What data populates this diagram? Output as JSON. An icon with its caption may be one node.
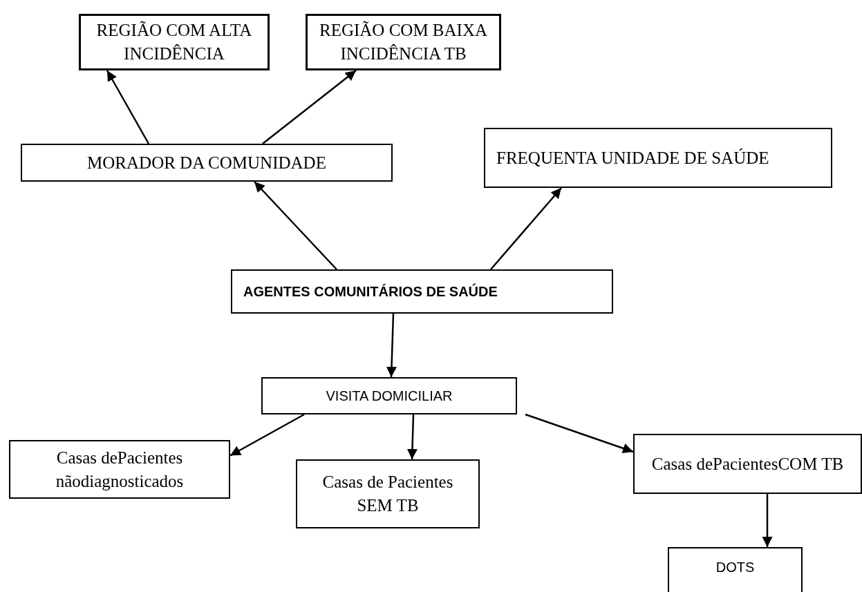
{
  "diagram": {
    "nodes": [
      {
        "text": [
          "REGIÃO COM ALTA INCIDÊNCIA"
        ]
      },
      {
        "text": [
          "REGIÃO COM BAIXA INCIDÊNCIA TB"
        ]
      },
      {
        "text": [
          "MORADOR DA COMUNIDADE"
        ]
      },
      {
        "text": [
          "FREQUENTA UNIDADE DE SAÚDE"
        ]
      },
      {
        "text": [
          "AGENTES COMUNITÁRIOS DE SAÚDE"
        ]
      },
      {
        "text": [
          "VISITA DOMICILIAR"
        ]
      },
      {
        "text": [
          "Casas dePacientes nãodiagnosticados"
        ]
      },
      {
        "text": [
          "Casas de Pacientes SEM TB"
        ]
      },
      {
        "text": [
          "Casas dePacientesCOM TB"
        ]
      },
      {
        "text": [
          "DOTS"
        ]
      }
    ],
    "edges": [
      {
        "from": 2,
        "to": 0,
        "arrow": "to"
      },
      {
        "from": 2,
        "to": 1,
        "arrow": "to"
      },
      {
        "from": 4,
        "to": 2,
        "arrow": "to"
      },
      {
        "from": 4,
        "to": 3,
        "arrow": "to"
      },
      {
        "from": 4,
        "to": 5,
        "arrow": "to"
      },
      {
        "from": 5,
        "to": 6,
        "arrow": "to"
      },
      {
        "from": 5,
        "to": 7,
        "arrow": "to"
      },
      {
        "from": 5,
        "to": 8,
        "arrow": "to"
      },
      {
        "from": 8,
        "to": 9,
        "arrow": "to"
      }
    ]
  }
}
